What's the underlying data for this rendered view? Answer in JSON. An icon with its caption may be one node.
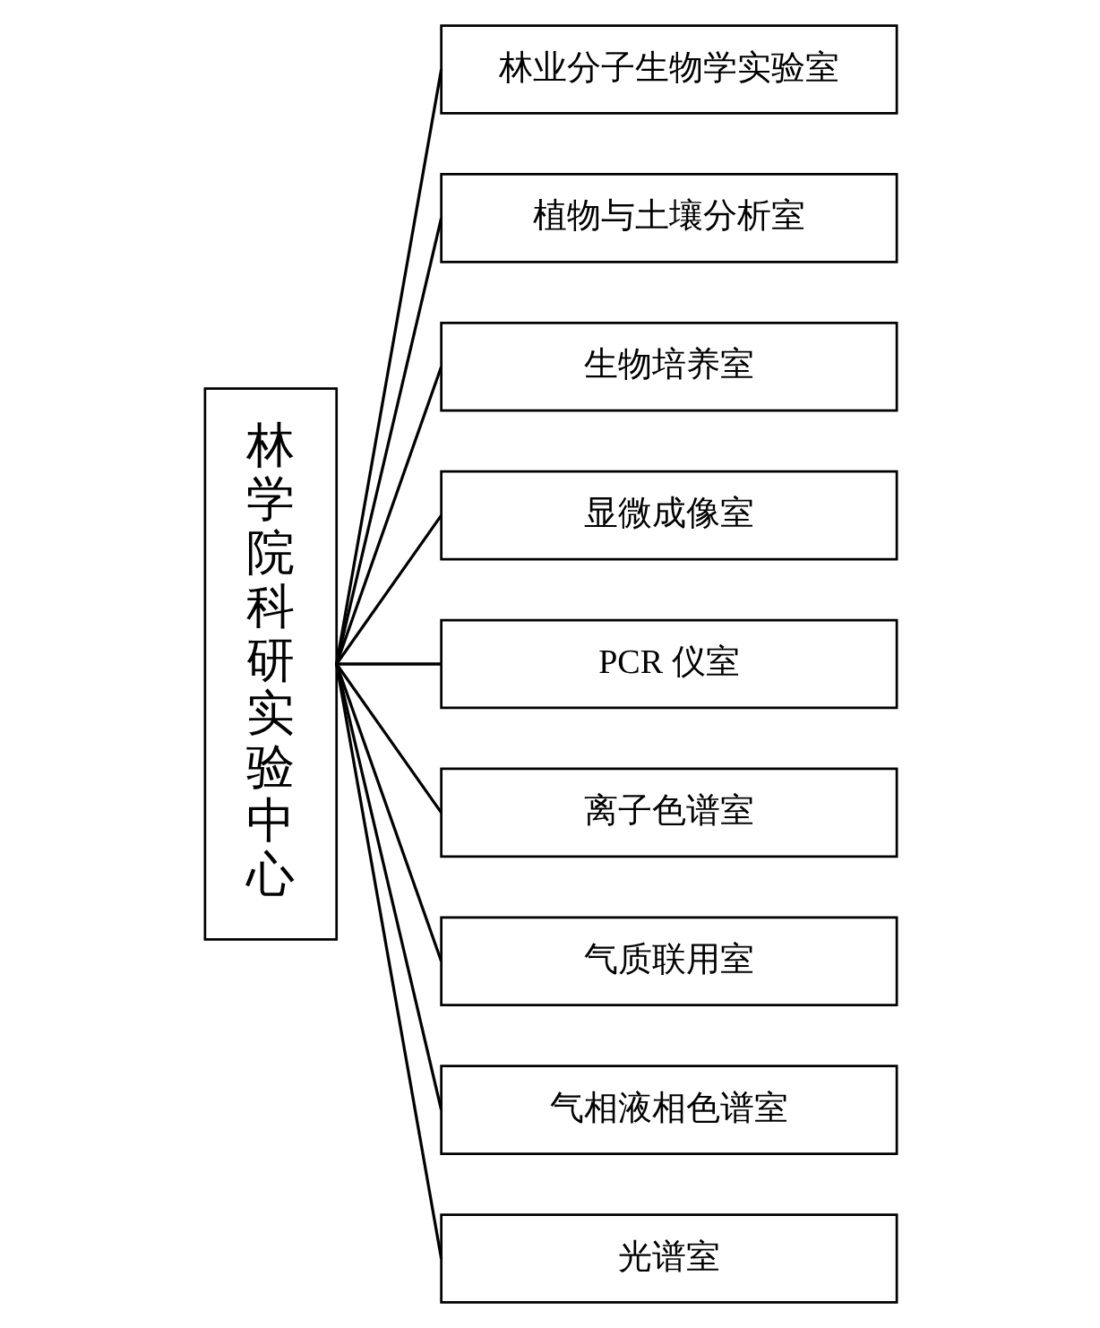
{
  "diagram": {
    "nodes": [
      {
        "text": [
          "林学院科研实验中心"
        ]
      },
      {
        "text": [
          "林业分子生物学实验室"
        ]
      },
      {
        "text": [
          "植物与土壤分析室"
        ]
      },
      {
        "text": [
          "生物培养室"
        ]
      },
      {
        "text": [
          "显微成像室"
        ]
      },
      {
        "text": [
          "PCR 仪室"
        ]
      },
      {
        "text": [
          "离子色谱室"
        ]
      },
      {
        "text": [
          "气质联用室"
        ]
      },
      {
        "text": [
          "气相液相色谱室"
        ]
      },
      {
        "text": [
          "光谱室"
        ]
      }
    ],
    "edges": [
      {
        "from": 0,
        "to": 1,
        "arrow": "none"
      },
      {
        "from": 0,
        "to": 2,
        "arrow": "none"
      },
      {
        "from": 0,
        "to": 3,
        "arrow": "none"
      },
      {
        "from": 0,
        "to": 4,
        "arrow": "none"
      },
      {
        "from": 0,
        "to": 5,
        "arrow": "none"
      },
      {
        "from": 0,
        "to": 6,
        "arrow": "none"
      },
      {
        "from": 0,
        "to": 7,
        "arrow": "none"
      },
      {
        "from": 0,
        "to": 8,
        "arrow": "none"
      },
      {
        "from": 0,
        "to": 9,
        "arrow": "none"
      }
    ]
  }
}
